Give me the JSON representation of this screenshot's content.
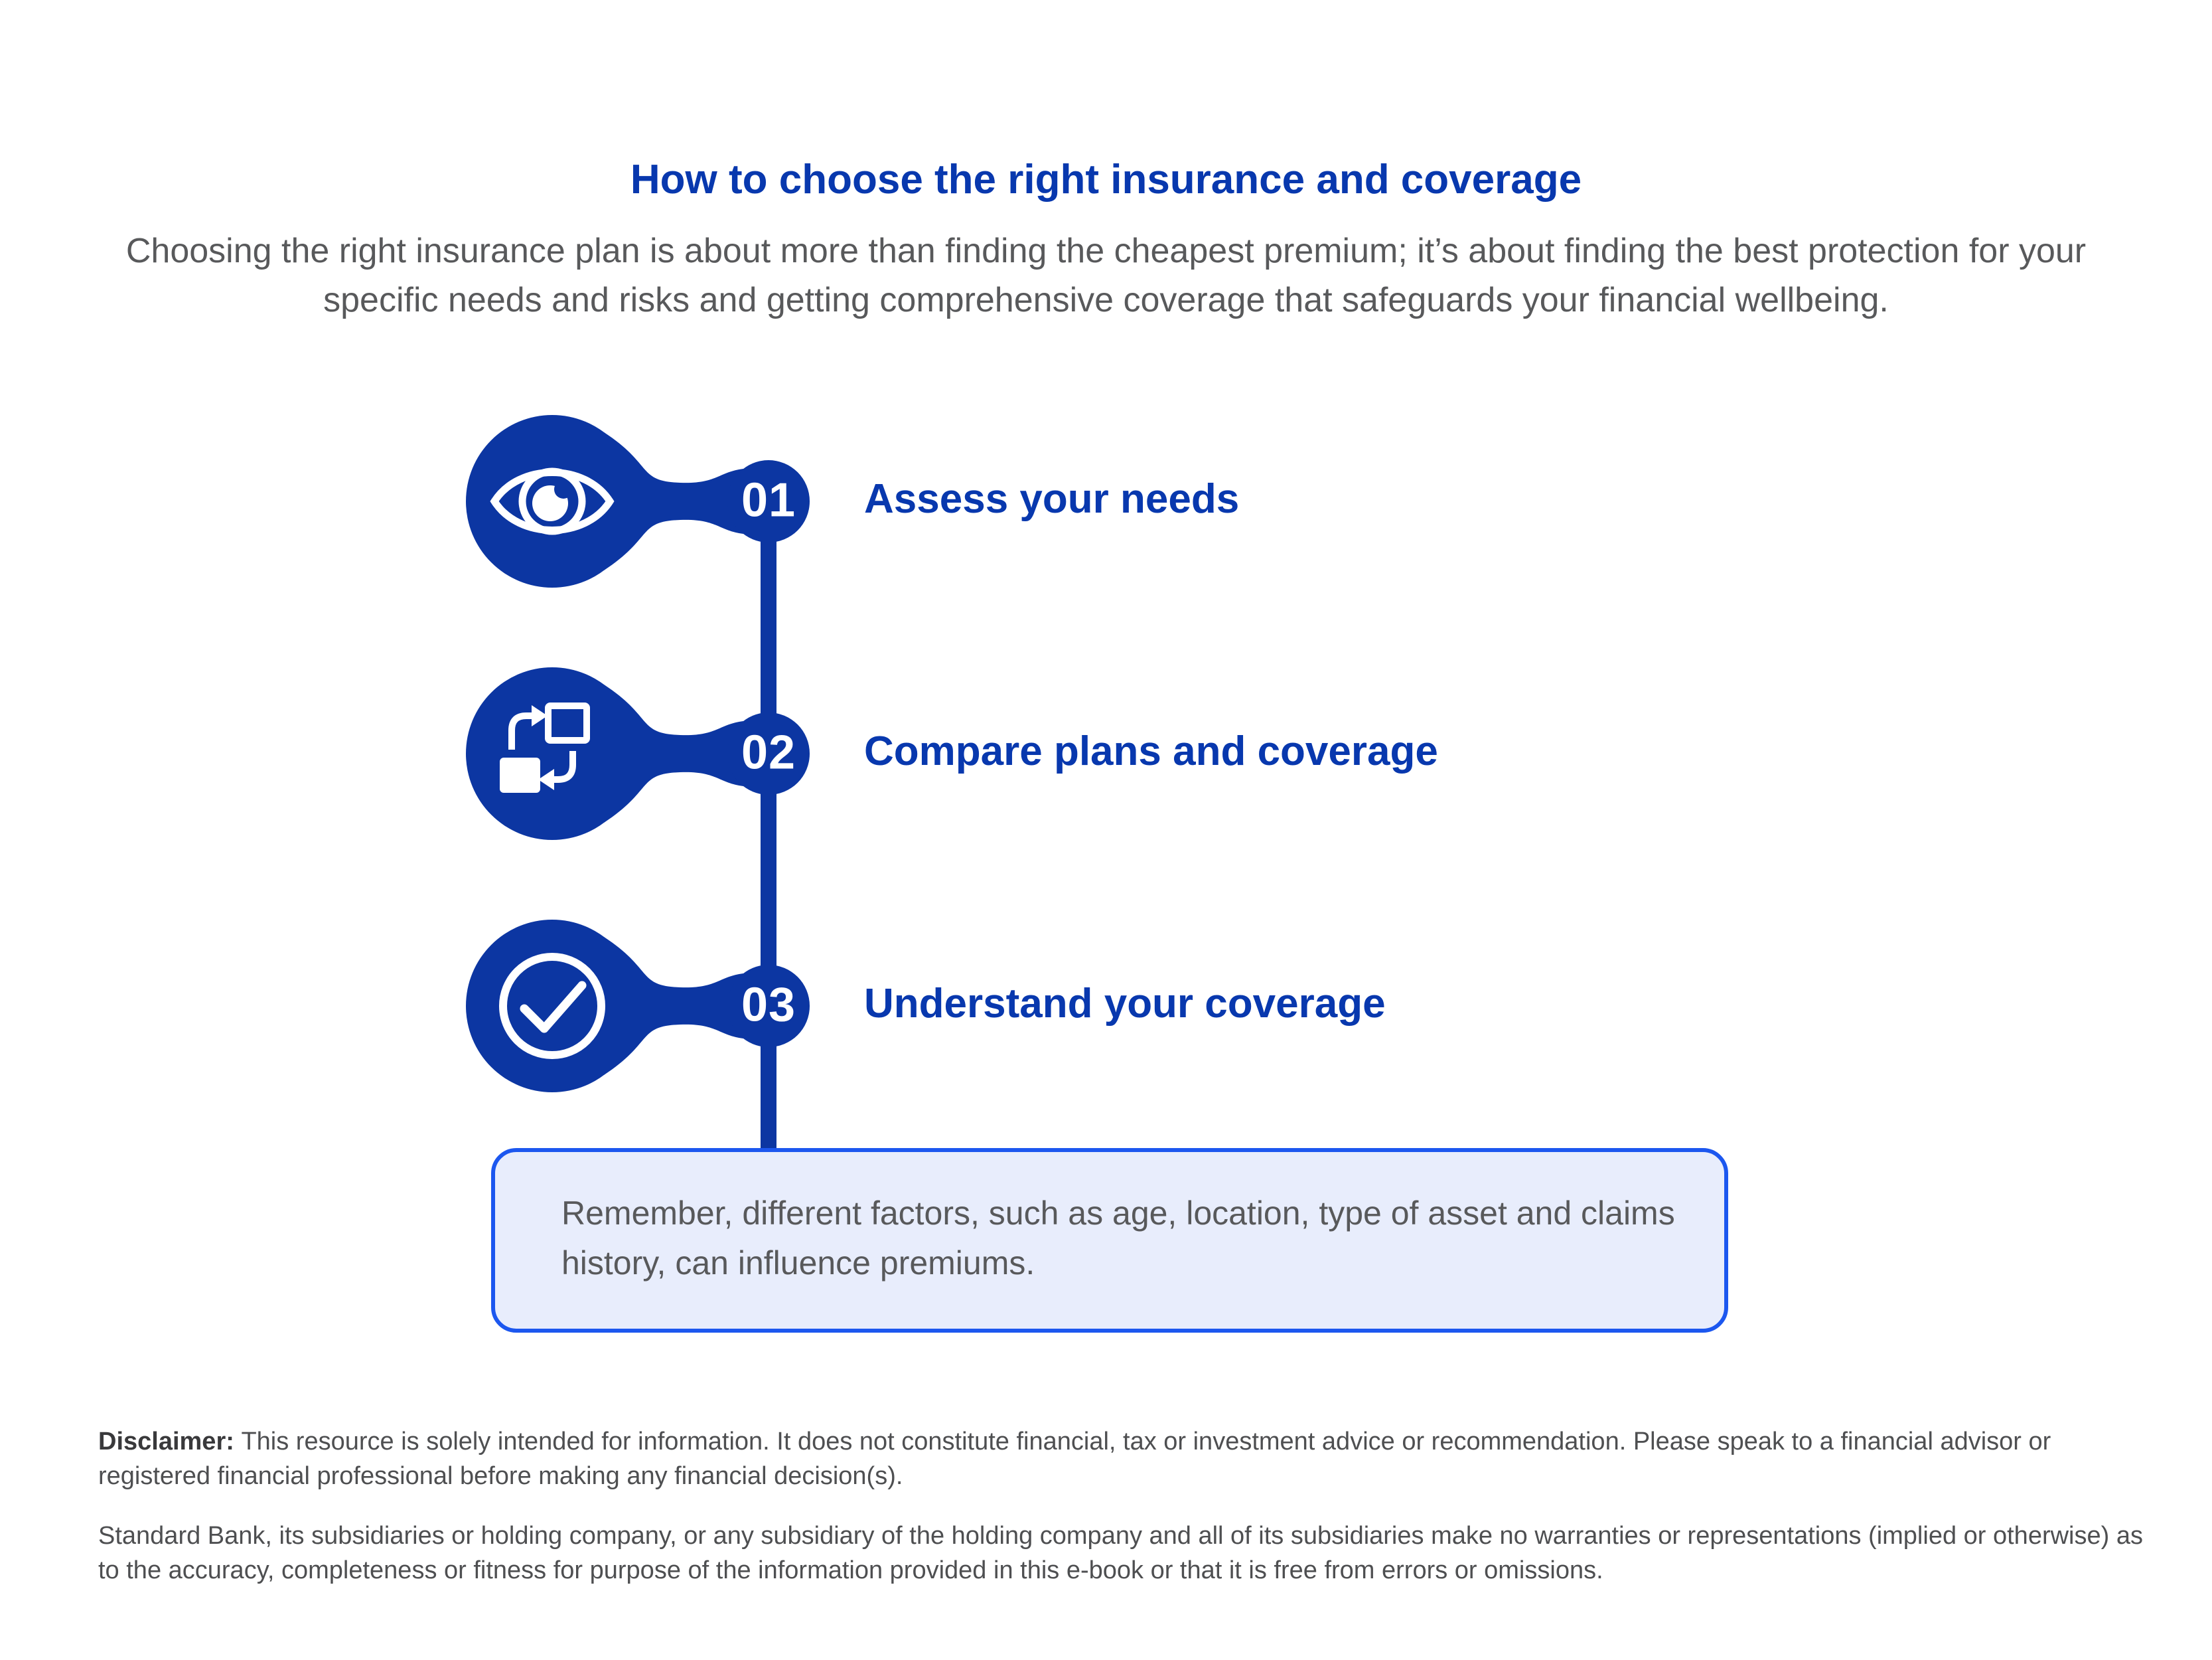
{
  "page": {
    "title": "How to choose the right insurance and coverage",
    "subtitle": "Choosing the right insurance plan is about more than finding the cheapest premium; it’s about finding the best protection for your specific needs and risks and getting comprehensive coverage that safeguards your financial wellbeing."
  },
  "steps": [
    {
      "number": "01",
      "label": "Assess your needs",
      "icon": "eye-icon"
    },
    {
      "number": "02",
      "label": "Compare plans and coverage",
      "icon": "compare-swap-icon"
    },
    {
      "number": "03",
      "label": "Understand your coverage",
      "icon": "check-circle-icon"
    }
  ],
  "callout": {
    "text": "Remember, different factors, such as age, location, type of asset and claims history, can influence premiums."
  },
  "disclaimer": {
    "label": "Disclaimer:",
    "p1": "This resource is solely intended for information. It does not constitute financial, tax or investment advice or recommendation. Please speak to a financial advisor or registered financial professional before making any financial decision(s).",
    "p2": "Standard Bank, its subsidiaries or holding company, or any subsidiary of the holding company and all of its subsidiaries make no warranties or representations (implied or otherwise) as to the accuracy, completeness or fitness for purpose of the information provided in this e-book or that it is free from errors or omissions."
  },
  "colors": {
    "brand_blue": "#0c36a2",
    "text_blue": "#0838ae",
    "callout_border": "#1c57ef",
    "callout_bg": "#e8edfc",
    "text_gray": "#58595b"
  }
}
